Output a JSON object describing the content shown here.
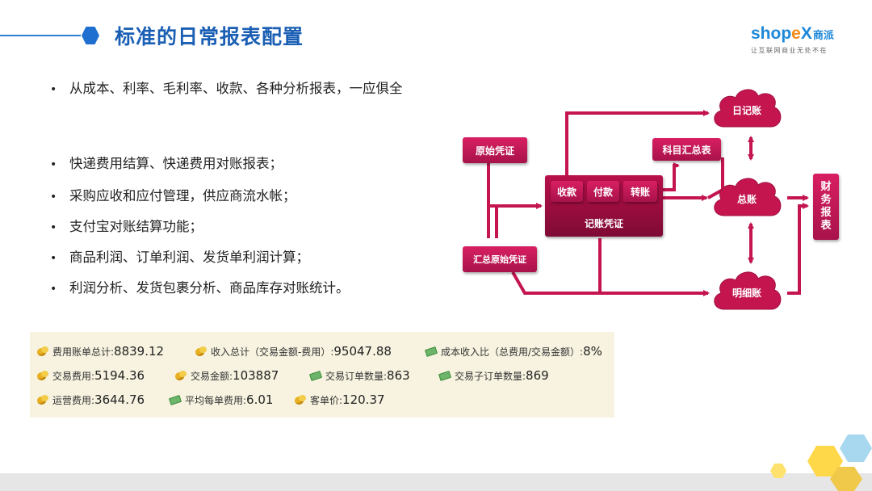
{
  "header": {
    "title": "标准的日常报表配置",
    "logo_main_a": "shop",
    "logo_main_x": "e",
    "logo_main_b": "X",
    "logo_cn": "商派",
    "logo_sub": "让互联网商业无处不在"
  },
  "bullets": [
    "从成本、利率、毛利率、收款、各种分析报表，一应俱全",
    "快递费用结算、快递费用对账报表；",
    "采购应收和应付管理，供应商流水帐；",
    "支付宝对账结算功能；",
    "商品利润、订单利润、发货单利润计算；",
    "利润分析、发货包裹分析、商品库存对账统计。"
  ],
  "diagram": {
    "yuanshi": "原始凭证",
    "huizong": "汇总原始凭证",
    "shoukuan": "收款",
    "fukuan": "付款",
    "zhuanzhang": "转账",
    "jizhang": "记账凭证",
    "kemu": "科目汇总表",
    "rijizhang": "日记账",
    "zongzhang": "总账",
    "mingxi": "明细账",
    "caiwu": "财务报表"
  },
  "stats": {
    "fee_total_label": "费用账单总计:",
    "fee_total": "8839.12",
    "income_label": "收入总计（交易金额-费用）:",
    "income": "95047.88",
    "cost_ratio_label": "成本收入比（总费用/交易金额）:",
    "cost_ratio": "8%",
    "trade_fee_label": "交易费用:",
    "trade_fee": "5194.36",
    "trade_amount_label": "交易金额:",
    "trade_amount": "103887",
    "order_count_label": "交易订单数量:",
    "order_count": "863",
    "sub_order_label": "交易子订单数量:",
    "sub_order": "869",
    "op_fee_label": "运营费用:",
    "op_fee": "3644.76",
    "avg_fee_label": "平均每单费用:",
    "avg_fee": "6.01",
    "unit_price_label": "客单价:",
    "unit_price": "120.37"
  },
  "colors": {
    "accent": "#1a5fb4",
    "magenta": "#c4154f",
    "stats_bg": "#f7f3e0"
  }
}
